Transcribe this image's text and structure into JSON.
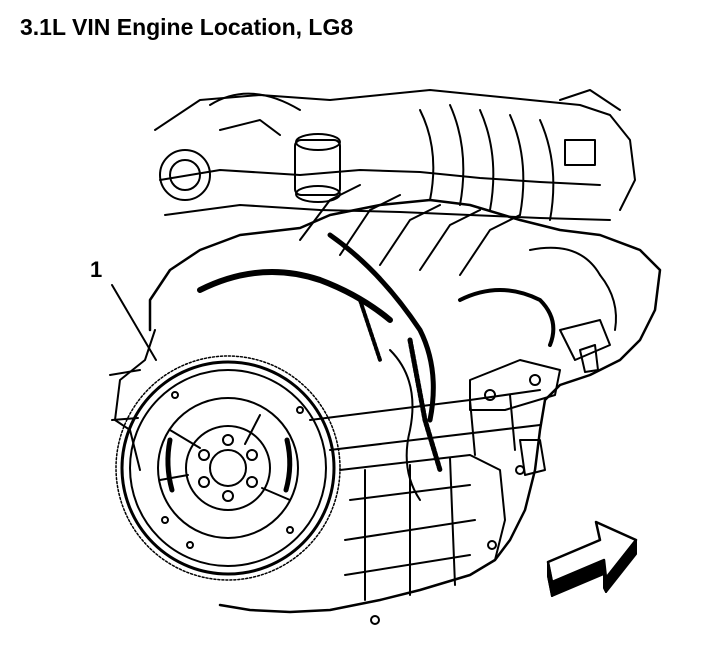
{
  "figure": {
    "title": "3.1L VIN Engine Location, LG8",
    "callouts": [
      {
        "label": "1"
      }
    ]
  },
  "icons": {
    "engine": "engine-illustration",
    "direction": "forward-arrow-icon"
  },
  "colors": {
    "ink": "#000000",
    "paper": "#ffffff"
  }
}
